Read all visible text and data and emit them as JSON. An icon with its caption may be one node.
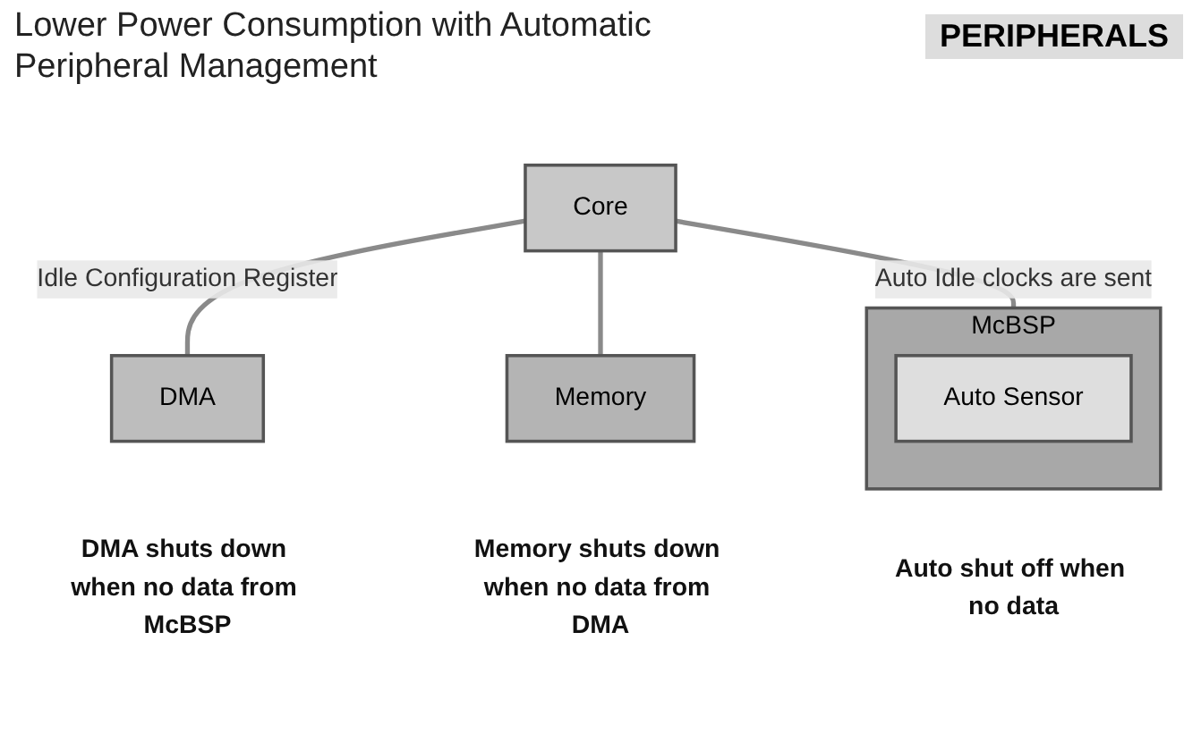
{
  "diagram": {
    "title": "Lower Power Consumption with Automatic Peripheral Management",
    "nodes": [
      {
        "text": [
          "Core"
        ]
      },
      {
        "text": [
          "Memory"
        ],
        "beside": [
          "Memory shuts down when no data from DMA"
        ]
      },
      {
        "text": [
          "DMA"
        ],
        "beside": [
          "DMA shuts down when no data from McBSP"
        ]
      },
      {
        "text": [
          "McBSP"
        ],
        "beside": [
          "Auto shut off when no data"
        ]
      },
      {
        "text": [
          "Auto Sensor"
        ],
        "in": 3
      }
    ],
    "edges": [
      {
        "from": 0,
        "to": 3,
        "arrow": "none",
        "label": "Auto Idle clocks are sent"
      },
      {
        "from": 0,
        "to": 2,
        "arrow": "none",
        "label": "Idle Configuration Register"
      },
      {
        "from": 0,
        "to": 1,
        "arrow": "none"
      }
    ],
    "labels": [
      "PERIPHERALS"
    ]
  }
}
